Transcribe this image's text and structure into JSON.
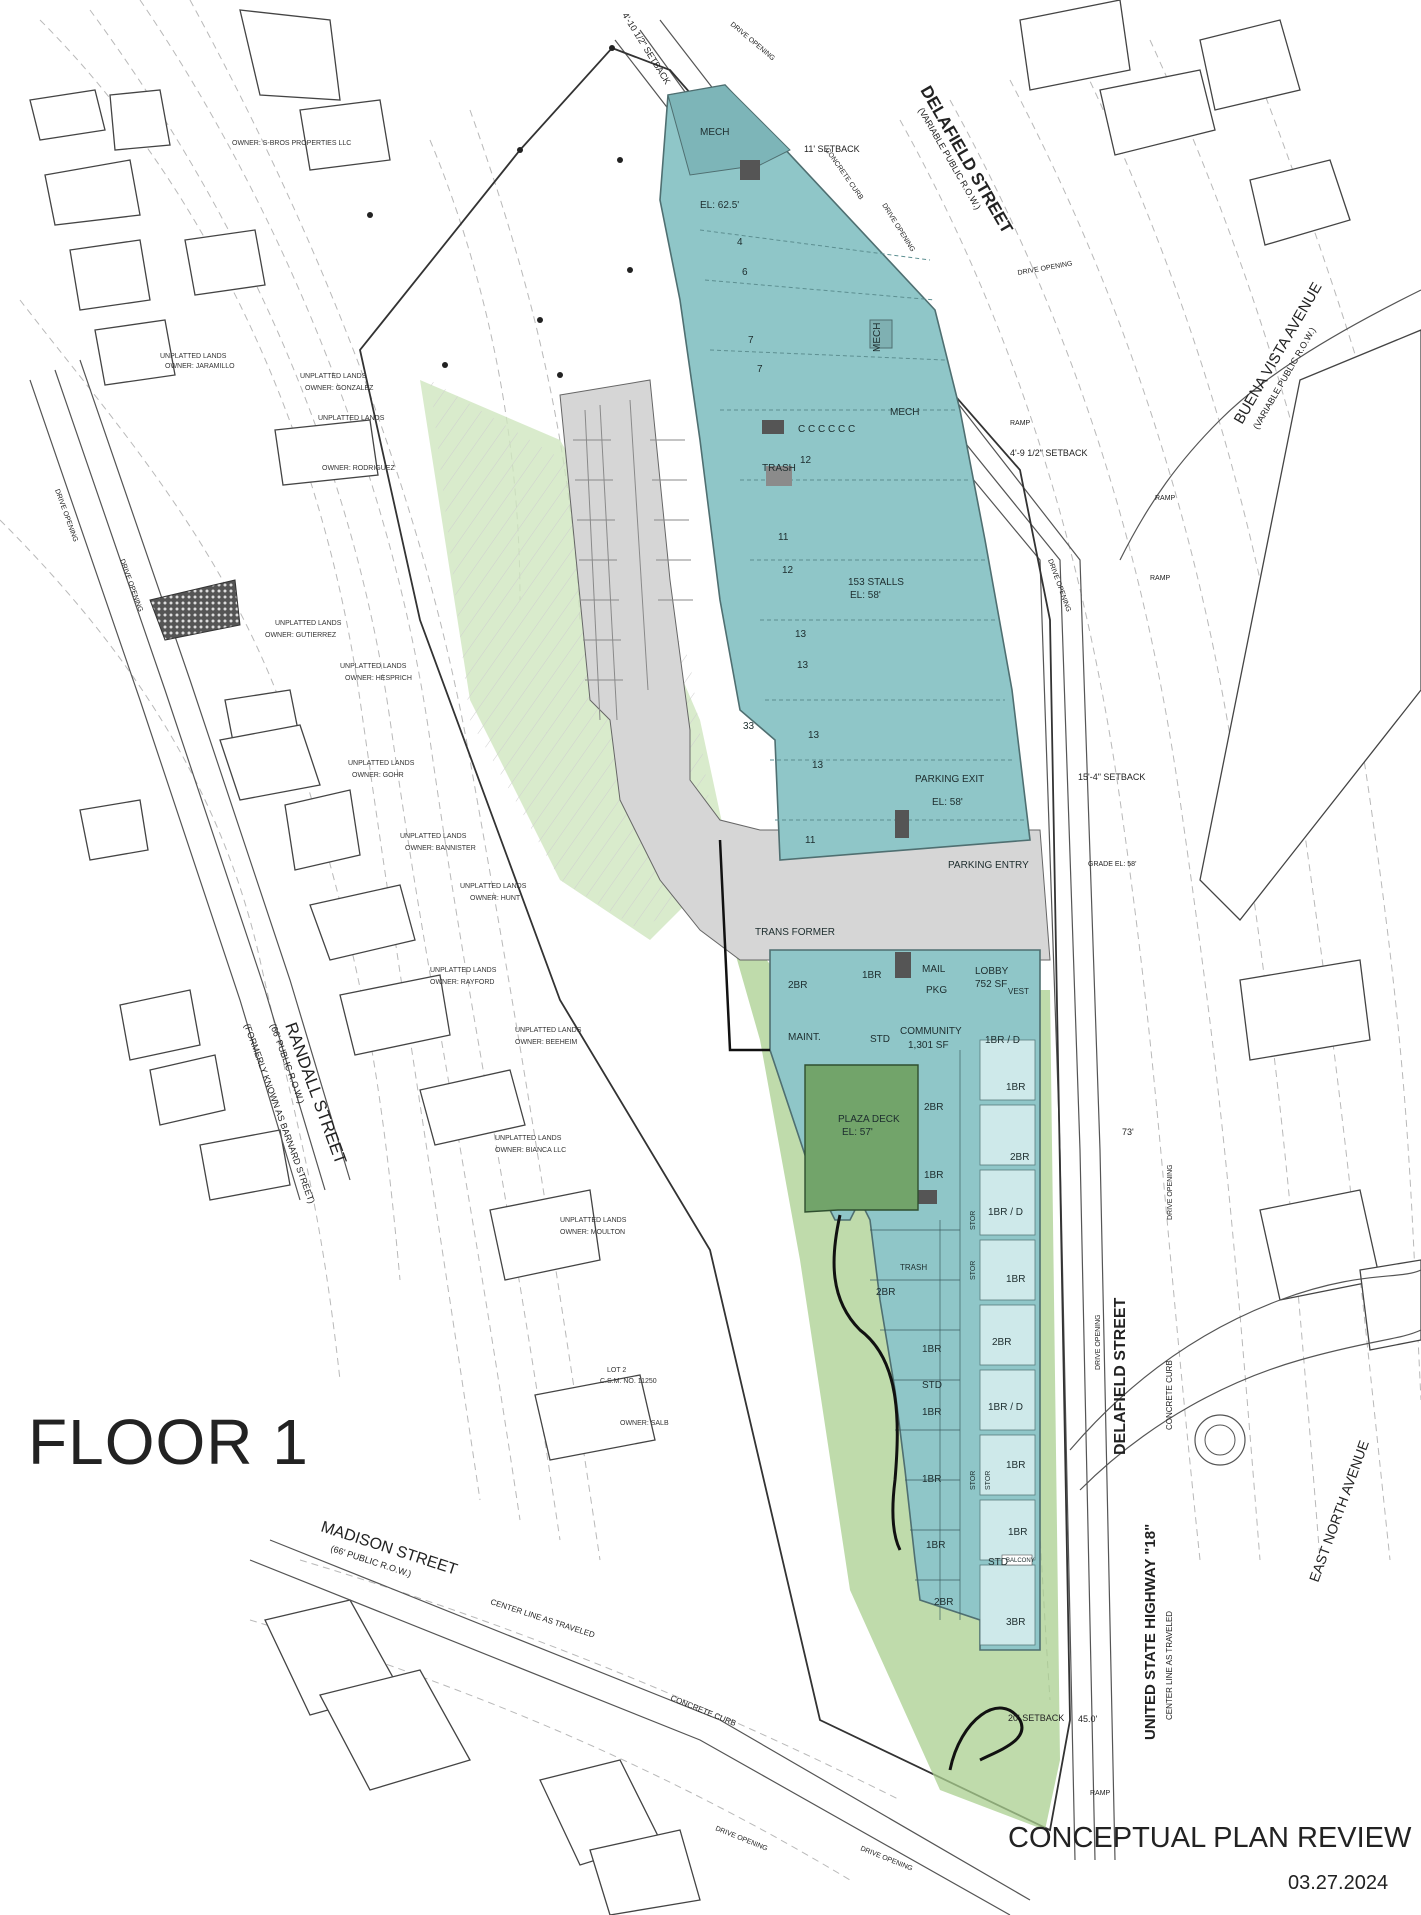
{
  "sheet": {
    "floor_label": "FLOOR 1",
    "title": "CONCEPTUAL PLAN REVIEW",
    "date": "03.27.2024"
  },
  "streets": {
    "delafield_north": "DELAFIELD STREET",
    "delafield_north_sub": "(VARIABLE PUBLIC R.O.W.)",
    "buena_vista": "BUENA VISTA AVENUE",
    "buena_vista_sub": "(VARIABLE PUBLIC R.O.W.)",
    "randall": "RANDALL STREET",
    "randall_sub1": "(66' PUBLIC R.O.W.)",
    "randall_sub2": "(FORMERLY KNOWN AS BARNARD STREET)",
    "madison": "MADISON STREET",
    "madison_sub": "(66' PUBLIC R.O.W.)",
    "madison_center": "CENTER LINE AS TRAVELED",
    "madison_curb": "CONCRETE CURB",
    "delafield_south": "DELAFIELD STREET",
    "highway": "UNITED STATE HIGHWAY \"18\"",
    "highway_center": "CENTER LINE AS TRAVELED",
    "highway_curb": "CONCRETE CURB",
    "east_north": "EAST NORTH AVENUE"
  },
  "owners": {
    "s_bros": "OWNER: S-BROS PROPERTIES LLC",
    "jaramillo": "OWNER: JARAMILLO",
    "gonzalez": "OWNER: GONZALEZ",
    "rodriguez": "OWNER: RODRIGUEZ",
    "gutierrez": "OWNER: GUTIERREZ",
    "hesprich": "OWNER: HESPRICH",
    "gohr": "OWNER: GOHR",
    "bannister": "OWNER: BANNISTER",
    "hunt": "OWNER: HUNT",
    "rayford": "OWNER: RAYFORD",
    "beeheim": "OWNER: BEEHEIM",
    "bianca": "OWNER: BIANCA LLC",
    "moulton": "OWNER: MOULTON",
    "salb": "OWNER: SALB",
    "unplatted": "UNPLATTED LANDS",
    "lot2": "LOT 2",
    "csm": "C.S.M. NO. 11250"
  },
  "setbacks": {
    "north": "4'-10 1/2\" SETBACK",
    "east": "11' SETBACK",
    "mid": "4'-9 1/2\" SETBACK",
    "exit": "15'-4\" SETBACK",
    "south": "20' SETBACK",
    "drive": "DRIVE OPENING",
    "concrete_curb": "CONCRETE CURB",
    "ramp": "RAMP",
    "dim_73": "73'",
    "dim_45": "45.0'",
    "grade": "GRADE EL: 58'"
  },
  "parking": {
    "mech_top": "MECH",
    "el_top": "EL: 62.5'",
    "mech_mid": "MECH",
    "mech_right": "MECH",
    "trash": "TRASH",
    "stalls": "153 STALLS",
    "stalls_el": "EL: 58'",
    "exit": "PARKING EXIT",
    "exit_el": "EL: 58'",
    "entry": "PARKING ENTRY",
    "transformer": "TRANS FORMER",
    "num_4": "4",
    "num_6": "6",
    "num_7a": "7",
    "num_7b": "7",
    "num_12a": "12",
    "num_11a": "11",
    "num_12b": "12",
    "num_13a": "13",
    "num_13b": "13",
    "num_33": "33",
    "num_13c": "13",
    "num_13d": "13",
    "num_11b": "11",
    "compact": "C  C  C  C  C  C"
  },
  "building": {
    "unit_2br_a": "2BR",
    "unit_1br_a": "1BR",
    "mail": "MAIL",
    "pkg": "PKG",
    "lobby": "LOBBY",
    "lobby_sf": "752 SF",
    "vest": "VEST",
    "maint": "MAINT.",
    "std_a": "STD",
    "community": "COMMUNITY",
    "community_sf": "1,301 SF",
    "unit_1brd_a": "1BR / D",
    "plaza": "PLAZA DECK",
    "plaza_el": "EL: 57'",
    "unit_1br_b": "1BR",
    "unit_2br_b": "2BR",
    "unit_2br_c": "2BR",
    "unit_1br_c": "1BR",
    "unit_1brd_b": "1BR / D",
    "trash": "TRASH",
    "unit_2br_d": "2BR",
    "stor_a": "STOR",
    "stor_b": "STOR",
    "unit_1br_d": "1BR",
    "unit_2br_e": "2BR",
    "unit_1br_e": "1BR",
    "std_b": "STD",
    "unit_1brd_c": "1BR / D",
    "unit_1br_f": "1BR",
    "unit_1br_g": "1BR",
    "unit_1br_h": "1BR",
    "stor_c": "STOR",
    "stor_d": "STOR",
    "unit_1br_i": "1BR",
    "unit_1br_j": "1BR",
    "std_c": "STD",
    "unit_2br_f": "2BR",
    "unit_3br": "3BR",
    "balcony": "BALCONY"
  }
}
